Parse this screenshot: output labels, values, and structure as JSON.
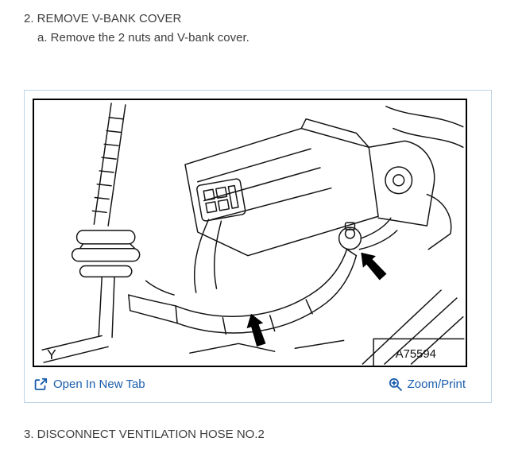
{
  "steps": {
    "step2_title": "2. REMOVE V-BANK COVER",
    "step2a_text": "a. Remove the 2 nuts and V-bank cover.",
    "step3_title": "3. DISCONNECT VENTILATION HOSE NO.2"
  },
  "figure": {
    "corner_label": "Y",
    "figure_code": "A75594",
    "open_in_new_tab_label": "Open In New Tab",
    "zoom_print_label": "Zoom/Print",
    "description": "Engine bay line drawing with two black arrows pointing at ventilation hose clamps"
  },
  "colors": {
    "link_blue": "#1a5dac",
    "panel_border": "#bcd4e8",
    "heading_text": "#3d3d3d"
  }
}
